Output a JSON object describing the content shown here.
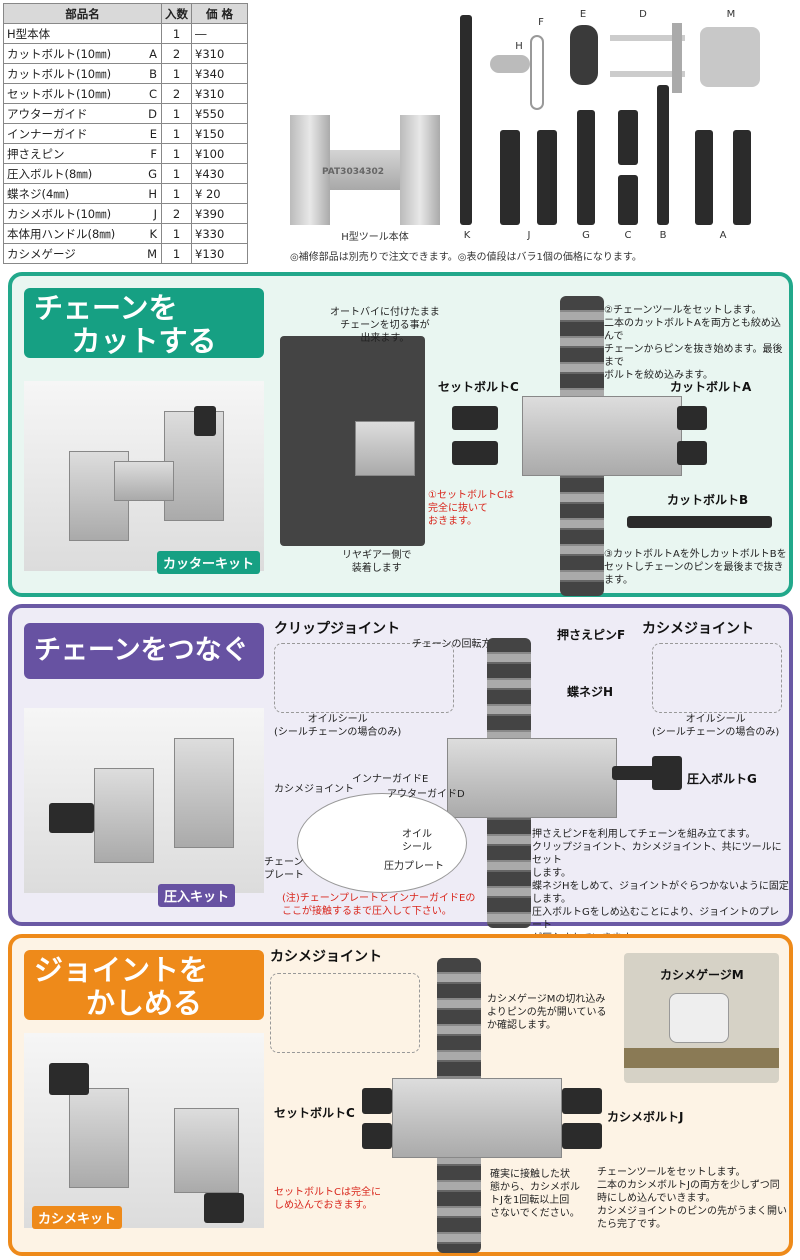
{
  "table": {
    "headers": [
      "部品名",
      "入数",
      "価 格"
    ],
    "rows": [
      {
        "name": "H型本体",
        "code": "",
        "qty": "1",
        "price": "―"
      },
      {
        "name": "カットボルト(10㎜)",
        "code": "A",
        "qty": "2",
        "price": "¥310"
      },
      {
        "name": "カットボルト(10㎜)",
        "code": "B",
        "qty": "1",
        "price": "¥340"
      },
      {
        "name": "セットボルト(10㎜)",
        "code": "C",
        "qty": "2",
        "price": "¥310"
      },
      {
        "name": "アウターガイド",
        "code": "D",
        "qty": "1",
        "price": "¥550"
      },
      {
        "name": "インナーガイド",
        "code": "E",
        "qty": "1",
        "price": "¥150"
      },
      {
        "name": "押さえピン",
        "code": "F",
        "qty": "1",
        "price": "¥100"
      },
      {
        "name": "圧入ボルト(8㎜)",
        "code": "G",
        "qty": "1",
        "price": "¥430"
      },
      {
        "name": "蝶ネジ(4㎜)",
        "code": "H",
        "qty": "1",
        "price": "¥ 20"
      },
      {
        "name": "カシメボルト(10㎜)",
        "code": "J",
        "qty": "2",
        "price": "¥390"
      },
      {
        "name": "本体用ハンドル(8㎜)",
        "code": "K",
        "qty": "1",
        "price": "¥330"
      },
      {
        "name": "カシメゲージ",
        "code": "M",
        "qty": "1",
        "price": "¥130"
      }
    ]
  },
  "parts_photo": {
    "body_caption": "H型ツール本体",
    "body_stamp": "PAT3034302",
    "letters": {
      "K": "K",
      "J": "J",
      "G": "G",
      "C": "C",
      "B": "B",
      "A": "A",
      "F": "F",
      "H": "H",
      "E": "E",
      "D": "D",
      "M": "M"
    },
    "note": "◎補修部品は別売りで注文できます。◎表の値段はバラ1個の価格になります。"
  },
  "cut": {
    "title_line1": "チェーンを",
    "title_line2": "カットする",
    "kit_label": "カッターキット",
    "motorbike_note": "オートバイに付けたまま\nチェーンを切る事が\n出来ます。",
    "rear_gear_note": "リヤギアー側で\n装着します",
    "set_bolt_c": "セットボルトC",
    "cut_bolt_a": "カットボルトA",
    "cut_bolt_b": "カットボルトB",
    "step1": "①セットボルトCは\n完全に抜いて\nおきます。",
    "step2": "②チェーンツールをセットします。\n二本のカットボルトAを両方とも絞め込んで\nチェーンからピンを抜き始めます。最後まで\nボルトを絞め込みます。",
    "step3": "③カットボルトAを外しカットボルトBを\nセットしチェーンのピンを最後まで抜きます。"
  },
  "connect": {
    "title": "チェーンをつなぐ",
    "kit_label": "圧入キット",
    "clip_joint": "クリップジョイント",
    "kashime_joint": "カシメジョイント",
    "chain_direction": "チェーンの回転方向",
    "oil_seal_left": "オイルシール\n(シールチェーンの場合のみ)",
    "oil_seal_right": "オイルシール\n(シールチェーンの場合のみ)",
    "pin_f": "押さえピンF",
    "wing_h": "蝶ネジH",
    "press_bolt_g": "圧入ボルトG",
    "diagram": {
      "kashime": "カシメジョイント",
      "inner": "インナーガイドE",
      "outer": "アウターガイドD",
      "oil": "オイル\nシール",
      "chain_plate": "チェーン\nプレート",
      "press_plate": "圧力プレート"
    },
    "caution": "(注)チェーンプレートとインナーガイドEの\nここが接触するまで圧入して下さい。",
    "instructions": "押さえピンFを利用してチェーンを組み立てます。\nクリップジョイント、カシメジョイント、共にツールにセット\nします。\n蝶ネジHをしめて、ジョイントがぐらつかないように固定します。\n圧入ボルトGをしめ込むことにより、ジョイントのプレート\nが圧入されていきます。\n最後まで圧入が出来たらはずします。"
  },
  "crimp": {
    "title_line1": "ジョイントを",
    "title_line2": "かしめる",
    "kit_label": "カシメキット",
    "kashime_joint": "カシメジョイント",
    "gauge_label": "カシメゲージM",
    "gauge_note": "カシメゲージMの切れ込み\nよりピンの先が開いている\nか確認します。",
    "set_bolt_c": "セットボルトC",
    "kashime_bolt_j": "カシメボルトJ",
    "set_note": "セットボルトCは完全に\nしめ込んでおきます。",
    "contact_note": "確実に接触した状\n態から、カシメボル\nトJを1回転以上回\nさないでください。",
    "final_note": "チェーンツールをセットします。\n二本のカシメボルトJの両方を少しずつ同\n時にしめ込んでいきます。\nカシメジョイントのピンの先がうまく開い\nたら完了です。"
  }
}
